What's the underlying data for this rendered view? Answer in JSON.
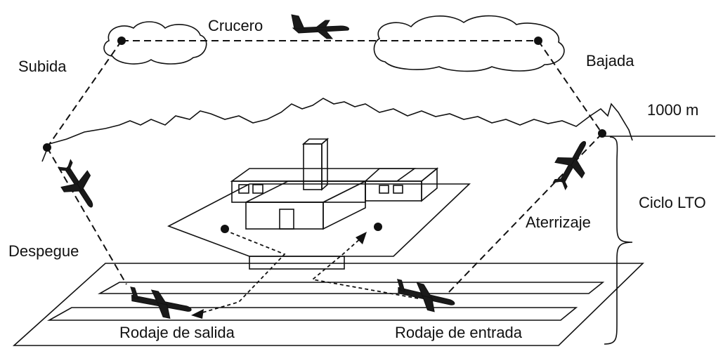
{
  "labels": {
    "crucero": "Crucero",
    "subida": "Subida",
    "bajada": "Bajada",
    "altitude": "1000 m",
    "ciclo": "Ciclo LTO",
    "aterrizaje": "Aterrizaje",
    "despegue": "Despegue",
    "rodaje_salida": "Rodaje de salida",
    "rodaje_entrada": "Rodaje de entrada"
  },
  "colors": {
    "ink": "#111111",
    "background": "#ffffff"
  }
}
